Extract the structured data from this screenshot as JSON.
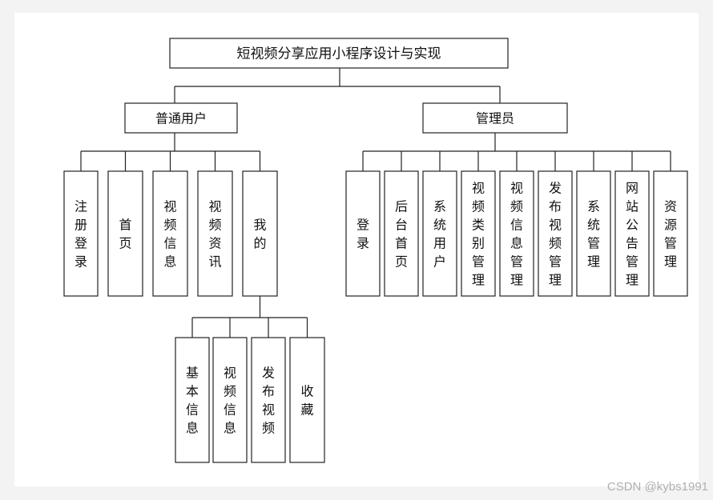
{
  "title": "短视频分享应用小程序设计与实现",
  "user_branch": {
    "label": "普通用户",
    "children": [
      "注册登录",
      "首页",
      "视频信息",
      "视频资讯",
      "我的"
    ],
    "my_children": [
      "基本信息",
      "视频信息",
      "发布视频",
      "收藏"
    ]
  },
  "admin_branch": {
    "label": "管理员",
    "children": [
      "登录",
      "后台首页",
      "系统用户",
      "视频类别管理",
      "视频信息管理",
      "发布视频管理",
      "系统管理",
      "网站公告管理",
      "资源管理"
    ]
  },
  "watermark": "CSDN @kybs1991"
}
